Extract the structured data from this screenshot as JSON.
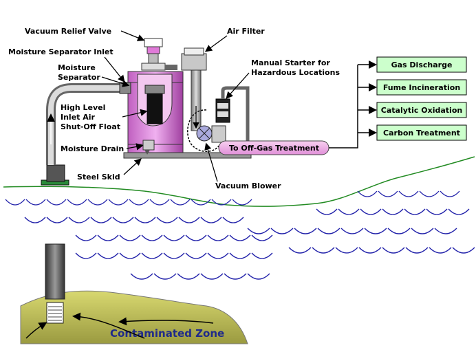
{
  "labels": {
    "vacuum_relief_valve": "Vacuum Relief Valve",
    "air_filter": "Air Filter",
    "moisture_separator_inlet": "Moisture Separator Inlet",
    "moisture_separator_1": "Moisture",
    "moisture_separator_2": "Separator",
    "manual_starter_1": "Manual Starter for",
    "manual_starter_2": "Hazardous Locations",
    "high_level_1": "High Level",
    "high_level_2": "Inlet Air",
    "high_level_3": "Shut-Off Float",
    "moisture_drain": "Moisture Drain",
    "steel_skid": "Steel Skid",
    "vacuum_blower": "Vacuum Blower",
    "off_gas": "To Off-Gas Treatment",
    "contaminated_zone": "Contaminated Zone"
  },
  "treatment_options": [
    "Gas Discharge",
    "Fume Incineration",
    "Catalytic Oxidation",
    "Carbon Treatment"
  ],
  "colors": {
    "box_fill": "#ccffcc",
    "pink": "#e8a0e0",
    "magenta": "#cc66cc",
    "ground_line": "#228b22",
    "water_wave": "#2222aa",
    "zone_fill": "#c8c860"
  }
}
